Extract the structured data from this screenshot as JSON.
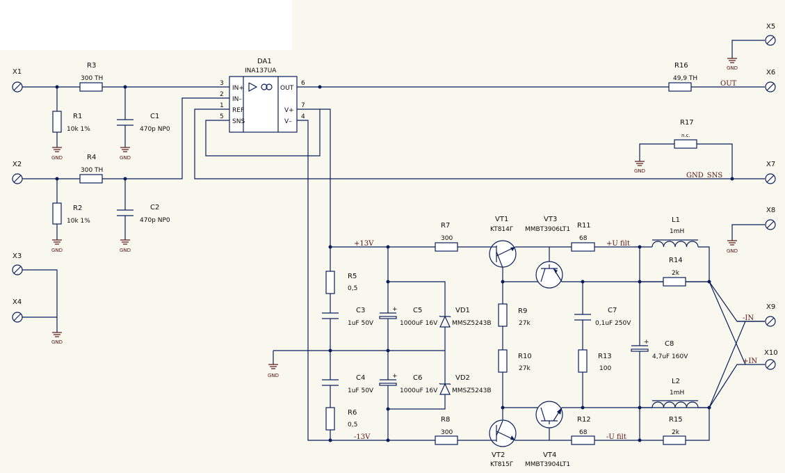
{
  "ic": {
    "ref": "DA1",
    "part": "INA137UA",
    "pins": [
      {
        "n": "3",
        "name": "IN+"
      },
      {
        "n": "2",
        "name": "IN–"
      },
      {
        "n": "1",
        "name": "REF"
      },
      {
        "n": "5",
        "name": "SNS"
      },
      {
        "n": "6",
        "name": "OUT"
      },
      {
        "n": "7",
        "name": "V+"
      },
      {
        "n": "4",
        "name": "V–"
      }
    ]
  },
  "connectors": {
    "x1": "X1",
    "x2": "X2",
    "x3": "X3",
    "x4": "X4",
    "x5": "X5",
    "x6": "X6",
    "x7": "X7",
    "x8": "X8",
    "x9": "X9",
    "x10": "X10"
  },
  "resistors": {
    "r1": {
      "ref": "R1",
      "val": "10k 1%"
    },
    "r2": {
      "ref": "R2",
      "val": "10k 1%"
    },
    "r3": {
      "ref": "R3",
      "val": "300 TH"
    },
    "r4": {
      "ref": "R4",
      "val": "300 TH"
    },
    "r5": {
      "ref": "R5",
      "val": "0,5"
    },
    "r6": {
      "ref": "R6",
      "val": "0,5"
    },
    "r7": {
      "ref": "R7",
      "val": "300"
    },
    "r8": {
      "ref": "R8",
      "val": "300"
    },
    "r9": {
      "ref": "R9",
      "val": "27k"
    },
    "r10": {
      "ref": "R10",
      "val": "27k"
    },
    "r11": {
      "ref": "R11",
      "val": "68"
    },
    "r12": {
      "ref": "R12",
      "val": "68"
    },
    "r13": {
      "ref": "R13",
      "val": "100"
    },
    "r14": {
      "ref": "R14",
      "val": "2k"
    },
    "r15": {
      "ref": "R15",
      "val": "2k"
    },
    "r16": {
      "ref": "R16",
      "val": "49,9 TH"
    },
    "r17": {
      "ref": "R17",
      "val": "n.c."
    }
  },
  "capacitors": {
    "c1": {
      "ref": "C1",
      "val": "470p NP0"
    },
    "c2": {
      "ref": "C2",
      "val": "470p NP0"
    },
    "c3": {
      "ref": "C3",
      "val": "1uF 50V"
    },
    "c4": {
      "ref": "C4",
      "val": "1uF 50V"
    },
    "c5": {
      "ref": "C5",
      "val": "1000uF 16V"
    },
    "c6": {
      "ref": "C6",
      "val": "1000uF 16V"
    },
    "c7": {
      "ref": "C7",
      "val": "0,1uF 250V"
    },
    "c8": {
      "ref": "C8",
      "val": "4,7uF 160V"
    }
  },
  "inductors": {
    "l1": {
      "ref": "L1",
      "val": "1mH"
    },
    "l2": {
      "ref": "L2",
      "val": "1mH"
    }
  },
  "diodes": {
    "vd1": {
      "ref": "VD1",
      "val": "MMSZ5243B"
    },
    "vd2": {
      "ref": "VD2",
      "val": "MMSZ5243B"
    }
  },
  "transistors": {
    "vt1": {
      "ref": "VT1",
      "val": "KT814Г"
    },
    "vt2": {
      "ref": "VT2",
      "val": "KT815Г"
    },
    "vt3": {
      "ref": "VT3",
      "val": "MMBT3906LT1"
    },
    "vt4": {
      "ref": "VT4",
      "val": "MMBT3904LT1"
    }
  },
  "nets": {
    "p13": "+13V",
    "n13": "-13V",
    "ufp": "+U filt",
    "ufn": "-U filt",
    "out": "OUT",
    "gndsns": "GND_SNS",
    "inn": "-IN",
    "inp": "+IN"
  },
  "gnd_label": "GND",
  "colors": {
    "wire": "#0a1e5a",
    "port": "#5a1010",
    "background": "#f8f8ef"
  }
}
